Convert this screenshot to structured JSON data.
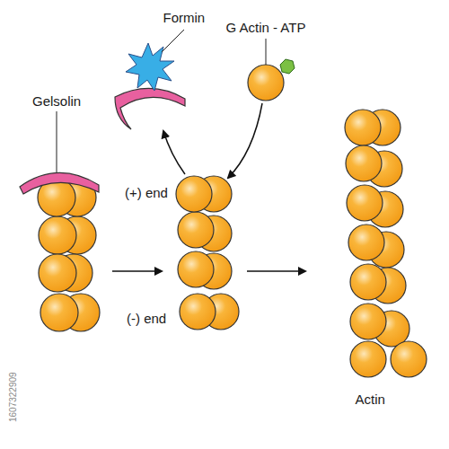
{
  "diagram": {
    "labels": [
      "Formin",
      "Gelsolin",
      "G Actin - ATP",
      "(+) end",
      "(-) end",
      "Actin",
      "1607322909"
    ]
  }
}
